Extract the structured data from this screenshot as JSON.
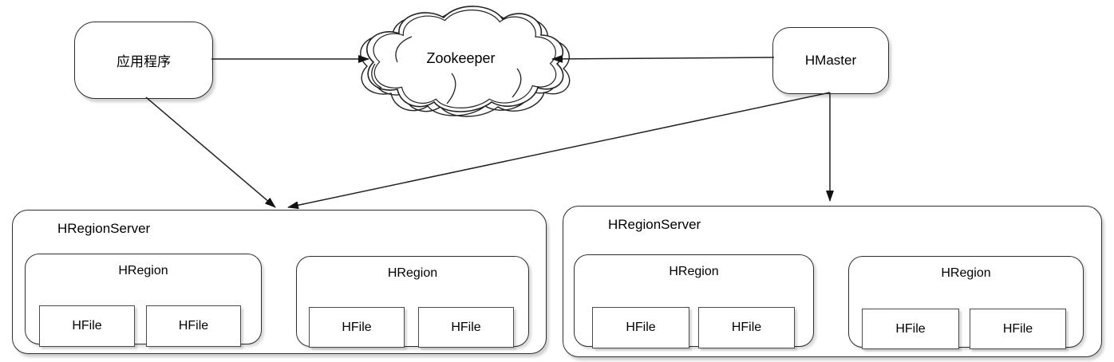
{
  "app": {
    "label": "应用程序"
  },
  "zookeeper": {
    "label": "Zookeeper"
  },
  "hmaster": {
    "label": "HMaster"
  },
  "servers": [
    {
      "label": "HRegionServer",
      "regions": [
        {
          "label": "HRegion",
          "files": [
            {
              "label": "HFile"
            },
            {
              "label": "HFile"
            }
          ]
        },
        {
          "label": "HRegion",
          "files": [
            {
              "label": "HFile"
            },
            {
              "label": "HFile"
            }
          ]
        }
      ]
    },
    {
      "label": "HRegionServer",
      "regions": [
        {
          "label": "HRegion",
          "files": [
            {
              "label": "HFile"
            },
            {
              "label": "HFile"
            }
          ]
        },
        {
          "label": "HRegion",
          "files": [
            {
              "label": "HFile"
            },
            {
              "label": "HFile"
            }
          ]
        }
      ]
    }
  ],
  "edges": [
    {
      "from": "应用程序",
      "to": "Zookeeper"
    },
    {
      "from": "HMaster",
      "to": "Zookeeper"
    },
    {
      "from": "应用程序",
      "to": "HRegionServer (left)"
    },
    {
      "from": "HMaster",
      "to": "HRegionServer (left)"
    },
    {
      "from": "HMaster",
      "to": "HRegionServer (right)"
    }
  ],
  "colors": {
    "stroke": "#2d2d2d",
    "fill": "#ffffff",
    "text": "#000000",
    "shadow": "rgba(0,0,0,0.18)"
  }
}
